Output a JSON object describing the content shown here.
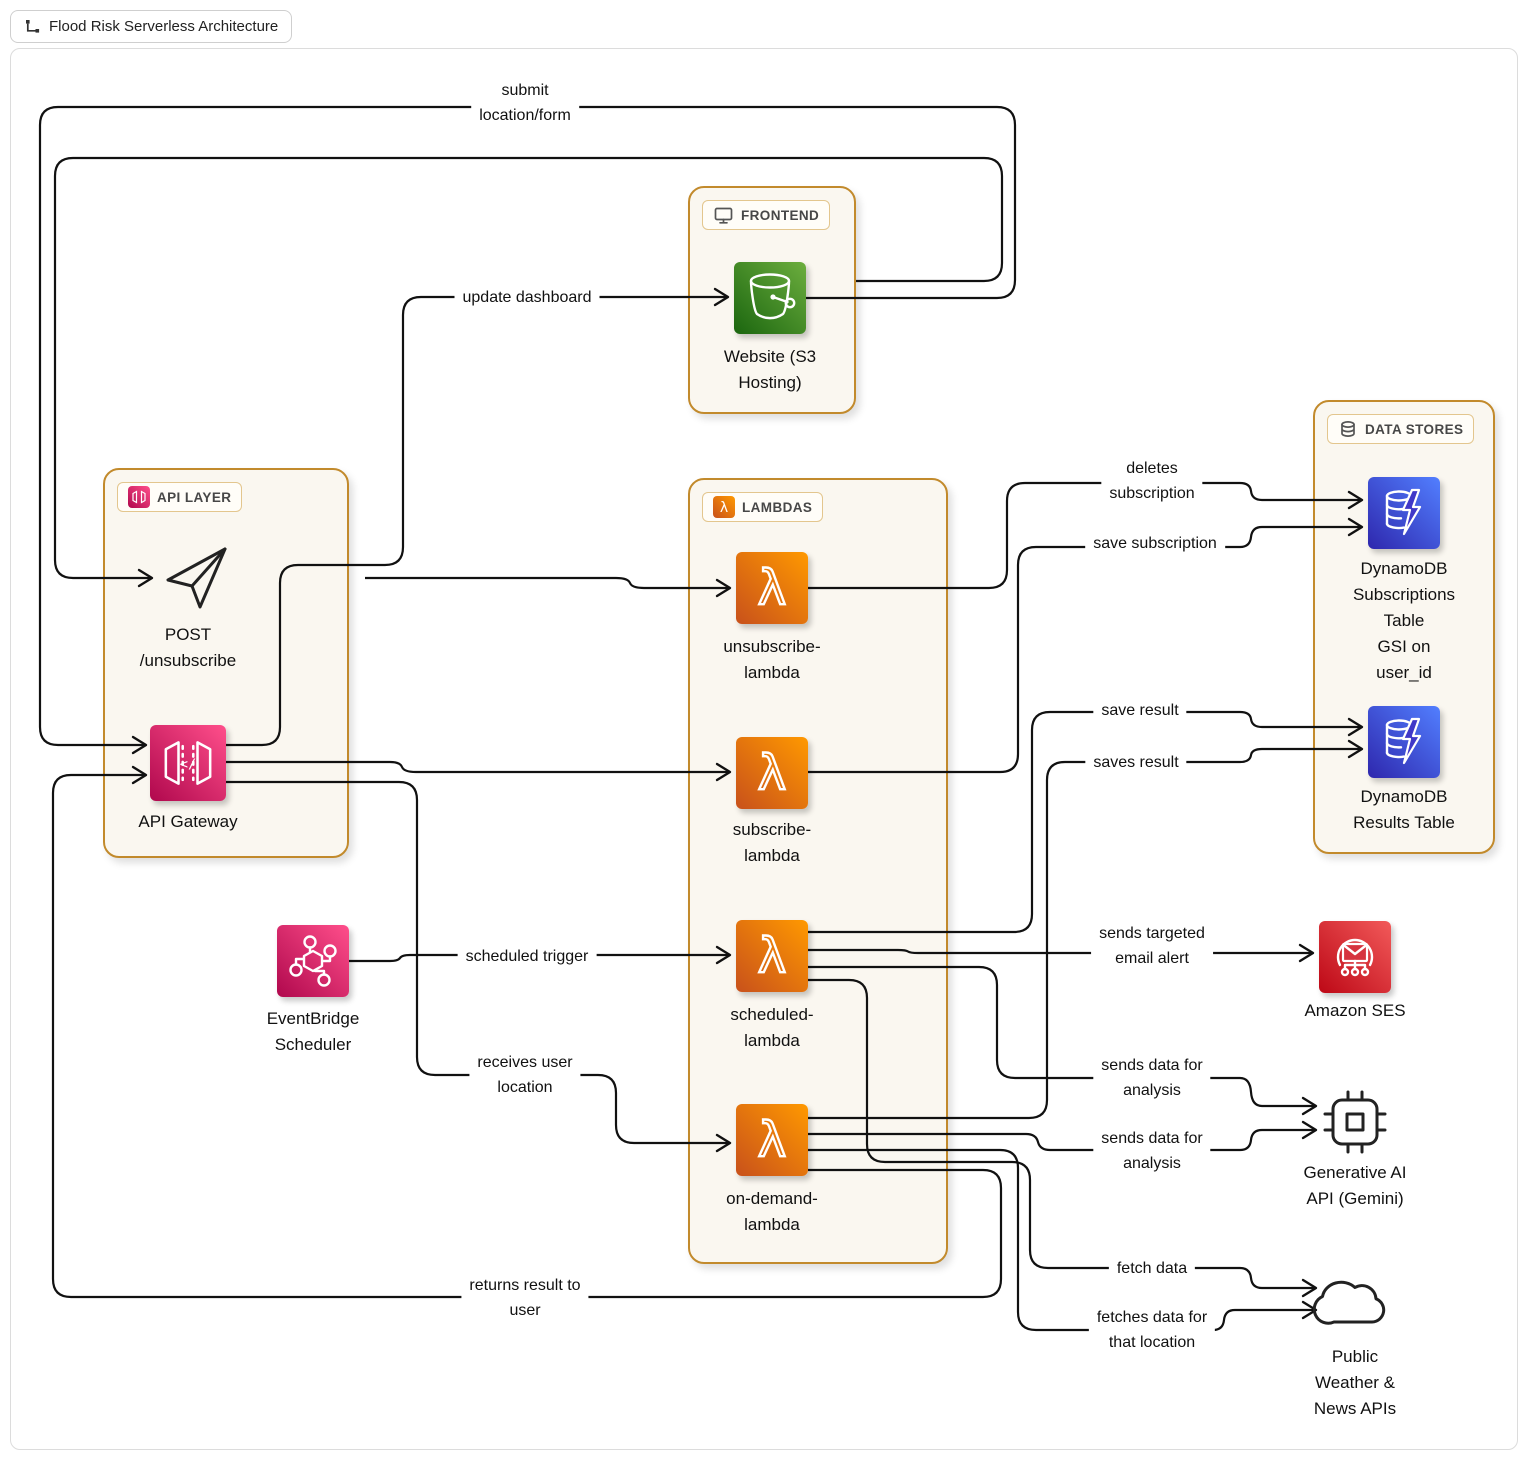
{
  "title": {
    "label": "Flood Risk Serverless Architecture"
  },
  "colors": {
    "group_border": "#C28A2C",
    "group_bg": "#FAF7F0",
    "edge": "#111111",
    "lambda_gradient": [
      "#C8511B",
      "#FF9900"
    ],
    "s3_gradient": [
      "#1B660F",
      "#6CAE3E"
    ],
    "dynamodb_gradient": [
      "#2E27AD",
      "#527FFF"
    ],
    "api_gradient": [
      "#B0084D",
      "#FF4F8B"
    ],
    "ses_gradient": [
      "#BD0816",
      "#F25A5A"
    ]
  },
  "groups": {
    "frontend": {
      "label": "FRONTEND"
    },
    "api_layer": {
      "label": "API LAYER"
    },
    "lambdas": {
      "label": "LAMBDAS"
    },
    "data_stores": {
      "label": "DATA STORES"
    }
  },
  "nodes": {
    "website": {
      "label": "Website (S3\nHosting)"
    },
    "post_unsubscribe": {
      "label": "POST\n/unsubscribe"
    },
    "api_gateway": {
      "label": "API Gateway"
    },
    "unsubscribe_lambda": {
      "label": "unsubscribe-\nlambda"
    },
    "subscribe_lambda": {
      "label": "subscribe-\nlambda"
    },
    "scheduled_lambda": {
      "label": "scheduled-\nlambda"
    },
    "on_demand_lambda": {
      "label": "on-demand-\nlambda"
    },
    "dynamodb_subscriptions": {
      "label": "DynamoDB\nSubscriptions\nTable\nGSI on\nuser_id"
    },
    "dynamodb_results": {
      "label": "DynamoDB\nResults Table"
    },
    "eventbridge_scheduler": {
      "label": "EventBridge\nScheduler"
    },
    "amazon_ses": {
      "label": "Amazon SES"
    },
    "generative_ai": {
      "label": "Generative AI\nAPI (Gemini)"
    },
    "weather_apis": {
      "label": "Public\nWeather &\nNews APIs"
    }
  },
  "edges": {
    "submit_location": {
      "label": "submit\nlocation/form",
      "from": "Website (S3 Hosting)",
      "to": "API Gateway"
    },
    "website_to_post": {
      "label": "",
      "from": "Website (S3 Hosting)",
      "to": "POST /unsubscribe"
    },
    "update_dashboard": {
      "label": "update dashboard",
      "from": "API Gateway",
      "to": "Website (S3 Hosting)"
    },
    "post_to_unsubscribe": {
      "label": "",
      "from": "POST /unsubscribe",
      "to": "unsubscribe-lambda"
    },
    "gw_to_subscribe": {
      "label": "",
      "from": "API Gateway",
      "to": "subscribe-lambda"
    },
    "receives_user_location": {
      "label": "receives user\nlocation",
      "from": "API Gateway",
      "to": "on-demand-lambda"
    },
    "scheduled_trigger": {
      "label": "scheduled trigger",
      "from": "EventBridge Scheduler",
      "to": "scheduled-lambda"
    },
    "deletes_subscription": {
      "label": "deletes\nsubscription",
      "from": "unsubscribe-lambda",
      "to": "DynamoDB Subscriptions Table"
    },
    "save_subscription": {
      "label": "save subscription",
      "from": "subscribe-lambda",
      "to": "DynamoDB Subscriptions Table"
    },
    "save_result": {
      "label": "save result",
      "from": "scheduled-lambda",
      "to": "DynamoDB Results Table"
    },
    "saves_result": {
      "label": "saves result",
      "from": "on-demand-lambda",
      "to": "DynamoDB Results Table"
    },
    "sends_email": {
      "label": "sends targeted\nemail alert",
      "from": "scheduled-lambda",
      "to": "Amazon SES"
    },
    "sends_data_1": {
      "label": "sends data for\nanalysis",
      "from": "scheduled-lambda",
      "to": "Generative AI API (Gemini)"
    },
    "sends_data_2": {
      "label": "sends data for\nanalysis",
      "from": "on-demand-lambda",
      "to": "Generative AI API (Gemini)"
    },
    "fetch_data": {
      "label": "fetch data",
      "from": "scheduled-lambda",
      "to": "Public Weather & News APIs"
    },
    "fetches_data_location": {
      "label": "fetches data for\nthat location",
      "from": "on-demand-lambda",
      "to": "Public Weather & News APIs"
    },
    "returns_result": {
      "label": "returns result to\nuser",
      "from": "on-demand-lambda",
      "to": "API Gateway"
    }
  }
}
